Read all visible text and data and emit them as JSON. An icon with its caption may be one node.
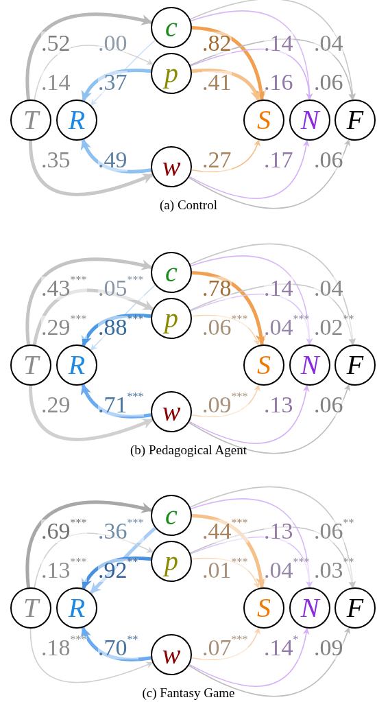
{
  "diagram": {
    "nodes": [
      {
        "text": [
          "c"
        ]
      },
      {
        "text": [
          "p"
        ]
      },
      {
        "text": [
          "T"
        ]
      },
      {
        "text": [
          "R"
        ]
      },
      {
        "text": [
          "S"
        ]
      },
      {
        "text": [
          "N"
        ]
      },
      {
        "text": [
          "F"
        ]
      },
      {
        "text": [
          "w"
        ]
      },
      {
        "text": [
          "c"
        ]
      },
      {
        "text": [
          "p"
        ]
      },
      {
        "text": [
          "T"
        ]
      },
      {
        "text": [
          "R"
        ]
      },
      {
        "text": [
          "S"
        ]
      },
      {
        "text": [
          "N"
        ]
      },
      {
        "text": [
          "F"
        ]
      },
      {
        "text": [
          "w"
        ]
      },
      {
        "text": [
          "c"
        ]
      },
      {
        "text": [
          "p"
        ]
      },
      {
        "text": [
          "T"
        ]
      },
      {
        "text": [
          "R"
        ]
      },
      {
        "text": [
          "S"
        ]
      },
      {
        "text": [
          "N"
        ]
      },
      {
        "text": [
          "F"
        ]
      },
      {
        "text": [
          "w"
        ]
      }
    ],
    "edges": [
      {
        "from": 2,
        "to": 0,
        "arrow": "to",
        "label": ".52",
        "style": "thick",
        "color": "#b8b8b8"
      },
      {
        "from": 0,
        "to": 3,
        "arrow": "to",
        "label": ".00",
        "color": "#cfe2f8"
      },
      {
        "from": 0,
        "to": 4,
        "arrow": "to",
        "label": ".82",
        "style": "thick",
        "color": "#f0a050"
      },
      {
        "from": 0,
        "to": 5,
        "arrow": "to",
        "label": ".14",
        "color": "#d9b8f8"
      },
      {
        "from": 0,
        "to": 6,
        "arrow": "to",
        "label": ".04",
        "color": "#c8c8c8"
      },
      {
        "from": 2,
        "to": 1,
        "arrow": "to",
        "label": ".14",
        "color": "#d4d4d4"
      },
      {
        "from": 1,
        "to": 3,
        "arrow": "to",
        "label": ".37",
        "style": "thick",
        "color": "#8ec0f0"
      },
      {
        "from": 1,
        "to": 4,
        "arrow": "to",
        "label": ".41",
        "style": "thick",
        "color": "#f5c08a"
      },
      {
        "from": 1,
        "to": 5,
        "arrow": "to",
        "label": ".16",
        "color": "#d5b0f8"
      },
      {
        "from": 1,
        "to": 6,
        "arrow": "to",
        "label": ".06",
        "color": "#bdbdbd"
      },
      {
        "from": 2,
        "to": 7,
        "arrow": "to",
        "label": ".35",
        "style": "thick",
        "color": "#c8c8c8"
      },
      {
        "from": 7,
        "to": 3,
        "arrow": "to",
        "label": ".49",
        "style": "thick",
        "color": "#8ec0f0"
      },
      {
        "from": 7,
        "to": 4,
        "arrow": "to",
        "label": ".27",
        "color": "#f5c08a"
      },
      {
        "from": 7,
        "to": 5,
        "arrow": "to",
        "label": ".17",
        "color": "#d5b0f8"
      },
      {
        "from": 7,
        "to": 6,
        "arrow": "to",
        "label": ".06",
        "color": "#bdbdbd"
      },
      {
        "from": 10,
        "to": 8,
        "arrow": "to",
        "label": ".43$^{***}$",
        "style": "thick",
        "color": "#c4c4c4"
      },
      {
        "from": 8,
        "to": 11,
        "arrow": "to",
        "label": ".05$^{***}$",
        "color": "#c6ddf6"
      },
      {
        "from": 8,
        "to": 12,
        "arrow": "to",
        "label": ".78",
        "style": "thick",
        "color": "#f0a050"
      },
      {
        "from": 8,
        "to": 13,
        "arrow": "to",
        "label": ".14",
        "color": "#d9b8f8"
      },
      {
        "from": 8,
        "to": 14,
        "arrow": "to",
        "label": ".04",
        "color": "#c8c8c8"
      },
      {
        "from": 10,
        "to": 9,
        "arrow": "to",
        "label": ".29$^{***}$",
        "style": "thick",
        "color": "#cccccc"
      },
      {
        "from": 9,
        "to": 11,
        "arrow": "to",
        "label": ".88$^{***}$",
        "style": "thick",
        "color": "#4a9ae8"
      },
      {
        "from": 9,
        "to": 12,
        "arrow": "to",
        "label": ".06$^{***}$",
        "color": "#f8d4b0"
      },
      {
        "from": 9,
        "to": 13,
        "arrow": "to",
        "label": ".04$^{***}$",
        "color": "#dcc4fa"
      },
      {
        "from": 9,
        "to": 14,
        "arrow": "to",
        "label": ".02$^{**}$",
        "color": "#c8c8c8"
      },
      {
        "from": 10,
        "to": 15,
        "arrow": "to",
        "label": ".29",
        "style": "thick",
        "color": "#d0d0d0"
      },
      {
        "from": 15,
        "to": 11,
        "arrow": "to",
        "label": ".71$^{***}$",
        "style": "thick",
        "color": "#6aaaf0"
      },
      {
        "from": 15,
        "to": 12,
        "arrow": "to",
        "label": ".09$^{***}$",
        "color": "#f8d4b0"
      },
      {
        "from": 15,
        "to": 13,
        "arrow": "to",
        "label": ".13",
        "color": "#d5b0f8"
      },
      {
        "from": 15,
        "to": 14,
        "arrow": "to",
        "label": ".06",
        "color": "#bdbdbd"
      },
      {
        "from": 18,
        "to": 16,
        "arrow": "to",
        "label": ".69$^{***}$",
        "style": "thick",
        "color": "#a8a8a8"
      },
      {
        "from": 16,
        "to": 19,
        "arrow": "to",
        "label": ".36$^{***}$",
        "style": "thick",
        "color": "#a8cdf5"
      },
      {
        "from": 16,
        "to": 20,
        "arrow": "to",
        "label": ".44$^{***}$",
        "style": "thick",
        "color": "#f5c08a"
      },
      {
        "from": 16,
        "to": 21,
        "arrow": "to",
        "label": ".13",
        "color": "#d9b8f8"
      },
      {
        "from": 16,
        "to": 22,
        "arrow": "to",
        "label": ".06$^{**}$",
        "color": "#c8c8c8"
      },
      {
        "from": 18,
        "to": 17,
        "arrow": "to",
        "label": ".13$^{***}$",
        "color": "#d0d0d0"
      },
      {
        "from": 17,
        "to": 19,
        "arrow": "to",
        "label": ".92$^{**}$",
        "style": "thick",
        "color": "#4a90e0"
      },
      {
        "from": 17,
        "to": 20,
        "arrow": "to",
        "label": ".01$^{***}$",
        "color": "#f8d4b0"
      },
      {
        "from": 17,
        "to": 21,
        "arrow": "to",
        "label": ".04$^{***}$",
        "color": "#dcc4fa"
      },
      {
        "from": 17,
        "to": 22,
        "arrow": "to",
        "label": ".03$^{**}$",
        "color": "#c8c8c8"
      },
      {
        "from": 18,
        "to": 23,
        "arrow": "to",
        "label": ".18$^{***}$",
        "color": "#d0d0d0"
      },
      {
        "from": 23,
        "to": 19,
        "arrow": "to",
        "label": ".70$^{**}$",
        "style": "thick",
        "color": "#6aaaf0"
      },
      {
        "from": 23,
        "to": 20,
        "arrow": "to",
        "label": ".07$^{***}$",
        "color": "#f8d4b0"
      },
      {
        "from": 23,
        "to": 21,
        "arrow": "to",
        "label": ".14$^{*}$",
        "color": "#d5b0f8"
      },
      {
        "from": 23,
        "to": 22,
        "arrow": "to",
        "label": ".09",
        "color": "#bdbdbd"
      }
    ],
    "labels": [
      "(a) Control",
      "(b) Pedagogical Agent",
      "(c) Fantasy Game"
    ]
  }
}
